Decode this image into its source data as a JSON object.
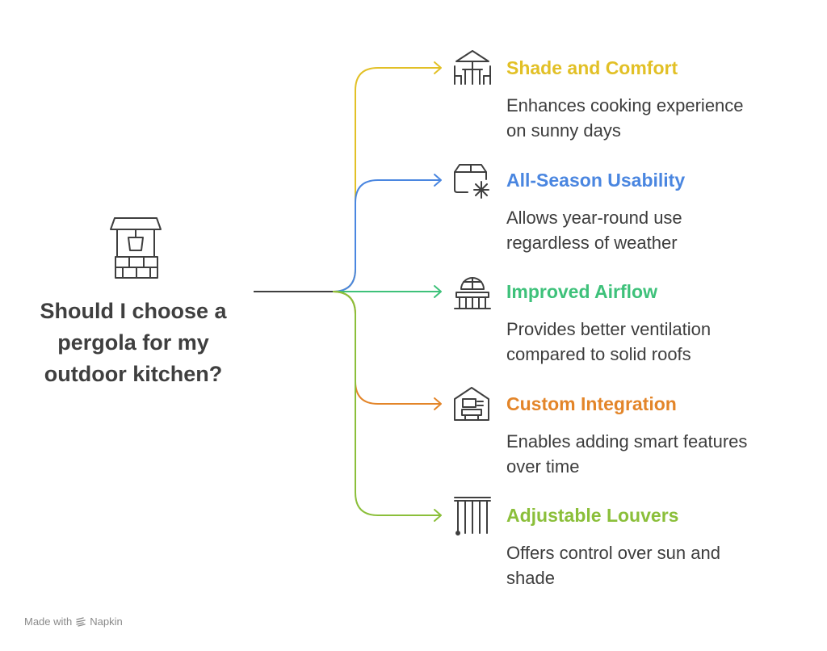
{
  "question": {
    "lines": [
      "Should I choose a",
      "pergola for my",
      "outdoor kitchen?"
    ]
  },
  "branches": [
    {
      "title": "Shade and Comfort",
      "desc_lines": [
        "Enhances cooking experience",
        "on sunny days"
      ],
      "color": "#e2c026",
      "icon": "patio-umbrella-table-icon"
    },
    {
      "title": "All-Season Usability",
      "desc_lines": [
        "Allows year-round use",
        "regardless of weather"
      ],
      "color": "#4a86e0",
      "icon": "calendar-snowflake-icon"
    },
    {
      "title": "Improved Airflow",
      "desc_lines": [
        "Provides better ventilation",
        "compared to solid roofs"
      ],
      "color": "#3ec17a",
      "icon": "pergola-vent-icon"
    },
    {
      "title": "Custom Integration",
      "desc_lines": [
        "Enables adding smart features",
        "over time"
      ],
      "color": "#e38529",
      "icon": "smart-home-icon"
    },
    {
      "title": "Adjustable Louvers",
      "desc_lines": [
        "Offers control over sun and",
        "shade"
      ],
      "color": "#8bbf3a",
      "icon": "louvers-icon"
    }
  ],
  "root_icon": "wishing-well-icon",
  "line_color": "#3f3f3f",
  "footer": {
    "made_with": "Made with",
    "brand": "Napkin"
  }
}
